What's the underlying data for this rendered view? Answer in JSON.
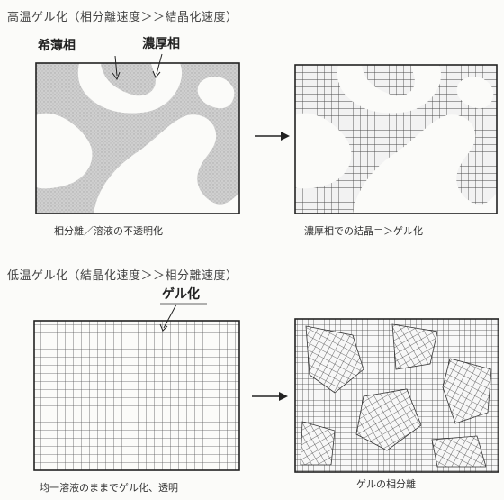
{
  "top": {
    "heading": "高温ゲル化（相分離速度＞＞結晶化速度）",
    "label_dilute": "希薄相",
    "label_concentrated": "濃厚相",
    "caption_left": "相分離／溶液の不透明化",
    "caption_right": "濃厚相での結晶＝＞ゲル化"
  },
  "bottom": {
    "heading": "低温ゲル化（結晶化速度＞＞相分離速度）",
    "label_gel": "ゲル化",
    "caption_left": "均一溶液のままでゲル化、透明",
    "caption_right": "ゲルの相分離"
  }
}
